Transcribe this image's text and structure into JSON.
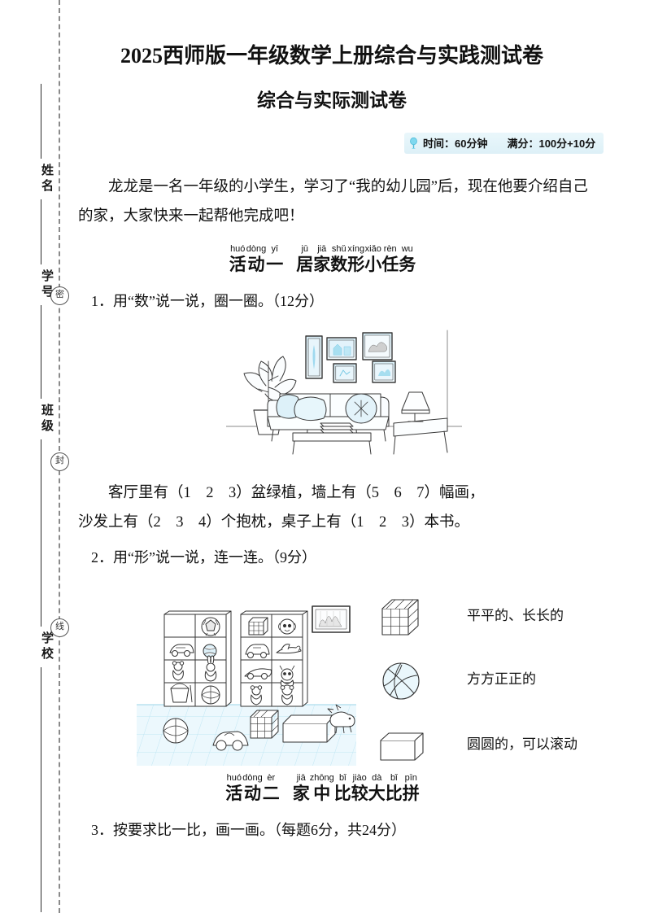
{
  "sidebar": {
    "fields": [
      "姓名",
      "学号",
      "班级",
      "学校"
    ],
    "seal_chars": [
      "密",
      "封",
      "线"
    ]
  },
  "header": {
    "title_main": "2025西师版一年级数学上册综合与实践测试卷",
    "title_sub": "综合与实际测试卷",
    "time_label": "时间：60分钟",
    "score_label": "满分：100分+10分",
    "clock_icon": "clock-icon",
    "badge_color": "#e3f2f8"
  },
  "intro": {
    "paragraph": "龙龙是一名一年级的小学生，学习了“我的幼儿园”后，现在他要介绍自己的家，大家快来一起帮他完成吧！"
  },
  "activity1": {
    "pinyin_group1": [
      "huó",
      "dòng",
      "yī"
    ],
    "hanzi_group1": [
      "活",
      "动",
      "一"
    ],
    "pinyin_group2": [
      "jū",
      "jiā",
      "shǔ",
      "xíng",
      "xiǎo",
      "rèn",
      "wu"
    ],
    "hanzi_group2": [
      "居",
      "家",
      "数",
      "形",
      "小",
      "任",
      "务"
    ]
  },
  "activity2": {
    "pinyin_group1": [
      "huó",
      "dòng",
      "èr"
    ],
    "hanzi_group1": [
      "活",
      "动",
      "二"
    ],
    "pinyin_group2": [
      "jiā",
      "zhōng",
      "bǐ",
      "jiào",
      "dà",
      "bǐ",
      "pīn"
    ],
    "hanzi_group2": [
      "家",
      "中",
      "比",
      "较",
      "大",
      "比",
      "拼"
    ]
  },
  "questions": {
    "q1": "1．用“数”说一说，圈一圈。（12分）",
    "q1_answer_line1": "客厅里有（1　2　3）盆绿植，墙上有（5　6　7）幅画，",
    "q1_answer_line2": "沙发上有（2　3　4）个抱枕，桌子上有（1　2　3）本书。",
    "q2": "2．用“形”说一说，连一连。（9分）",
    "q3": "3．按要求比一比，画一画。（每题6分，共24分）"
  },
  "illustration1": {
    "name": "living-room-scene",
    "items": [
      "potted-plant",
      "wall-pictures",
      "sofa",
      "pillows",
      "coffee-table",
      "books",
      "side-table",
      "lamp"
    ],
    "picture_count": 5,
    "pillow_count": 3,
    "plant_count": 1,
    "book_count": 1
  },
  "illustration2": {
    "name": "toy-shelf-scene",
    "items": [
      "shelf-left",
      "shelf-right",
      "soccer-ball",
      "tennis-ball",
      "toy-car",
      "teddy-bear",
      "bucket",
      "beach-ball",
      "rubiks-cube",
      "doll",
      "airplane",
      "race-car",
      "monkey",
      "basketball",
      "floor-cube",
      "floor-box",
      "dinosaur",
      "wall-picture"
    ]
  },
  "matching": {
    "shapes": [
      {
        "name": "cube-shape",
        "icon": "rubiks-cube-icon"
      },
      {
        "name": "sphere-shape",
        "icon": "basketball-icon"
      },
      {
        "name": "cuboid-shape",
        "icon": "box-icon"
      }
    ],
    "labels": [
      "平平的、长长的",
      "方方正正的",
      "圆圆的，可以滚动"
    ]
  }
}
